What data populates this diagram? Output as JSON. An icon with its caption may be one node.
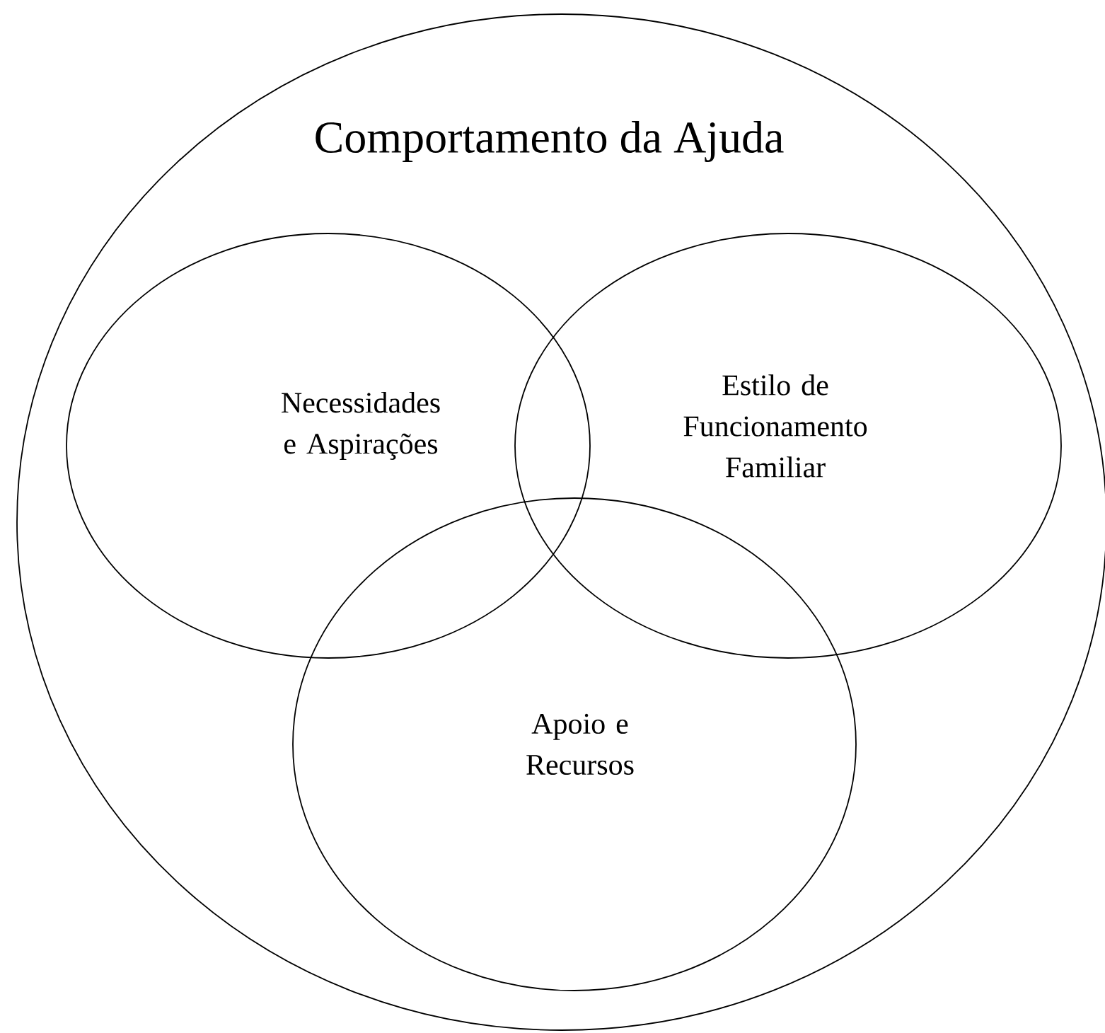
{
  "diagram": {
    "nodes": [
      {
        "text": [
          "Comportamento da Ajuda"
        ]
      },
      {
        "text": [
          "Necessidades e Aspirações"
        ],
        "in": 0
      },
      {
        "text": [
          "Estilo de Funcionamento Familiar"
        ],
        "in": 0
      },
      {
        "text": [
          "Apoio e Recursos"
        ],
        "in": 0
      }
    ]
  }
}
